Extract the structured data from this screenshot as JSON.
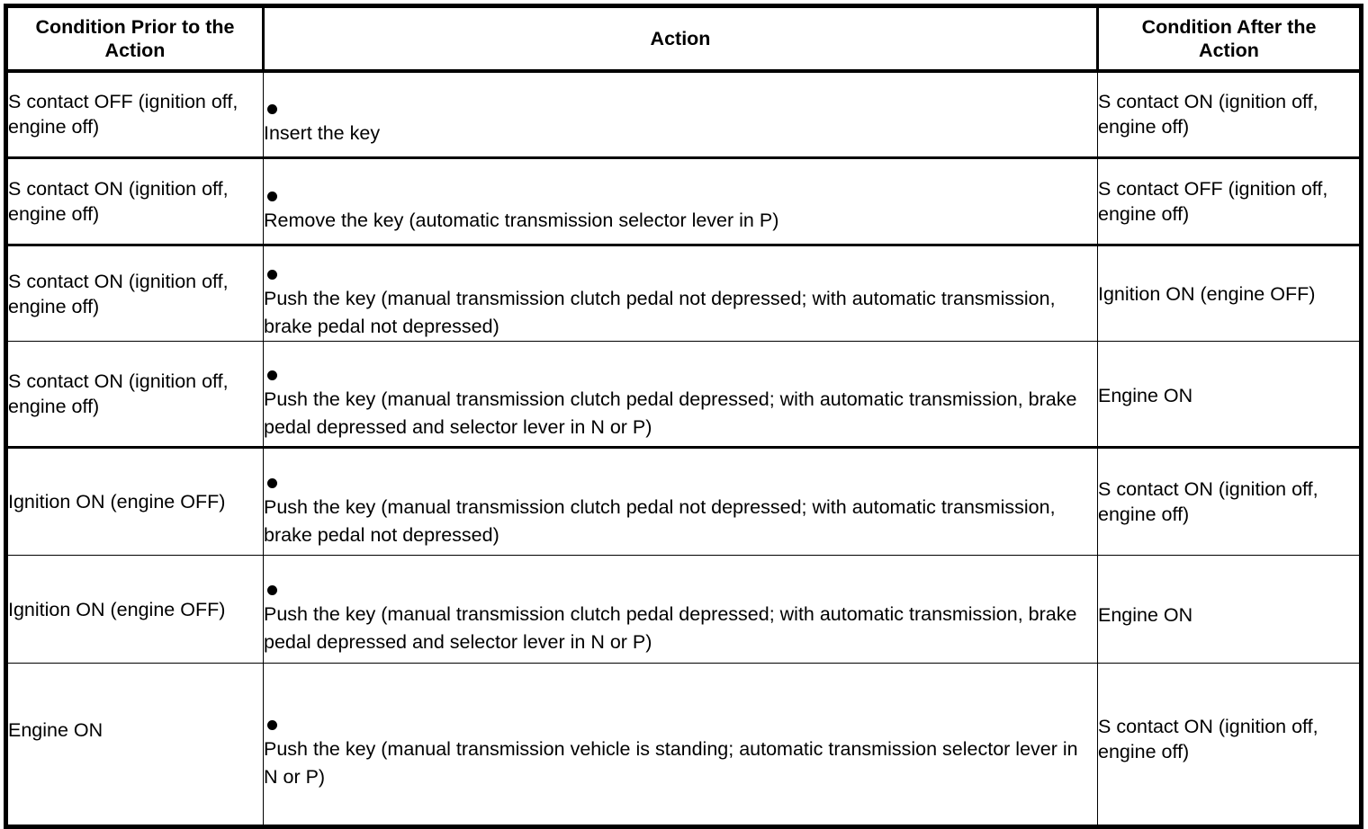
{
  "table": {
    "columns": [
      {
        "key": "prior",
        "label": "Condition Prior to the Action"
      },
      {
        "key": "action",
        "label": "Action"
      },
      {
        "key": "after",
        "label": "Condition After the Action"
      }
    ],
    "header": {
      "prior_line1": "Condition Prior to the",
      "prior_line2": "Action",
      "action": "Action",
      "after_line1": "Condition After the",
      "after_line2": "Action"
    },
    "bullet_glyph": "●",
    "rows": [
      {
        "prior": "S contact OFF (ignition off, engine off)",
        "action": "Insert the key",
        "after": "S contact ON (ignition off, engine off)"
      },
      {
        "prior": "S contact ON (ignition off, engine off)",
        "action": "Remove the key (automatic transmission selector lever in P)",
        "after": "S contact OFF (ignition off, engine off)"
      },
      {
        "prior": "S contact ON (ignition off, engine off)",
        "action": "Push the key (manual transmission clutch pedal not depressed; with automatic transmission, brake pedal not depressed)",
        "after": "Ignition ON (engine OFF)"
      },
      {
        "prior": "S contact ON (ignition off, engine off)",
        "action": "Push the key (manual transmission clutch pedal depressed; with automatic transmission, brake pedal depressed and selector lever in N or P)",
        "after": "Engine ON"
      },
      {
        "prior": "Ignition ON (engine OFF)",
        "action": "Push the key (manual transmission clutch pedal not depressed; with automatic transmission, brake pedal not depressed)",
        "after": "S contact ON (ignition off, engine off)"
      },
      {
        "prior": "Ignition ON (engine OFF)",
        "action": "Push the key (manual transmission clutch pedal depressed; with automatic transmission, brake pedal depressed and selector lever in N or P)",
        "after": "Engine ON"
      },
      {
        "prior": "Engine ON",
        "action": "Push the key (manual transmission vehicle is standing; automatic transmission selector lever in N or P)",
        "after": "S contact ON (ignition off, engine off)"
      }
    ]
  },
  "colors": {
    "border": "#000000",
    "text": "#000000",
    "background": "#ffffff"
  }
}
